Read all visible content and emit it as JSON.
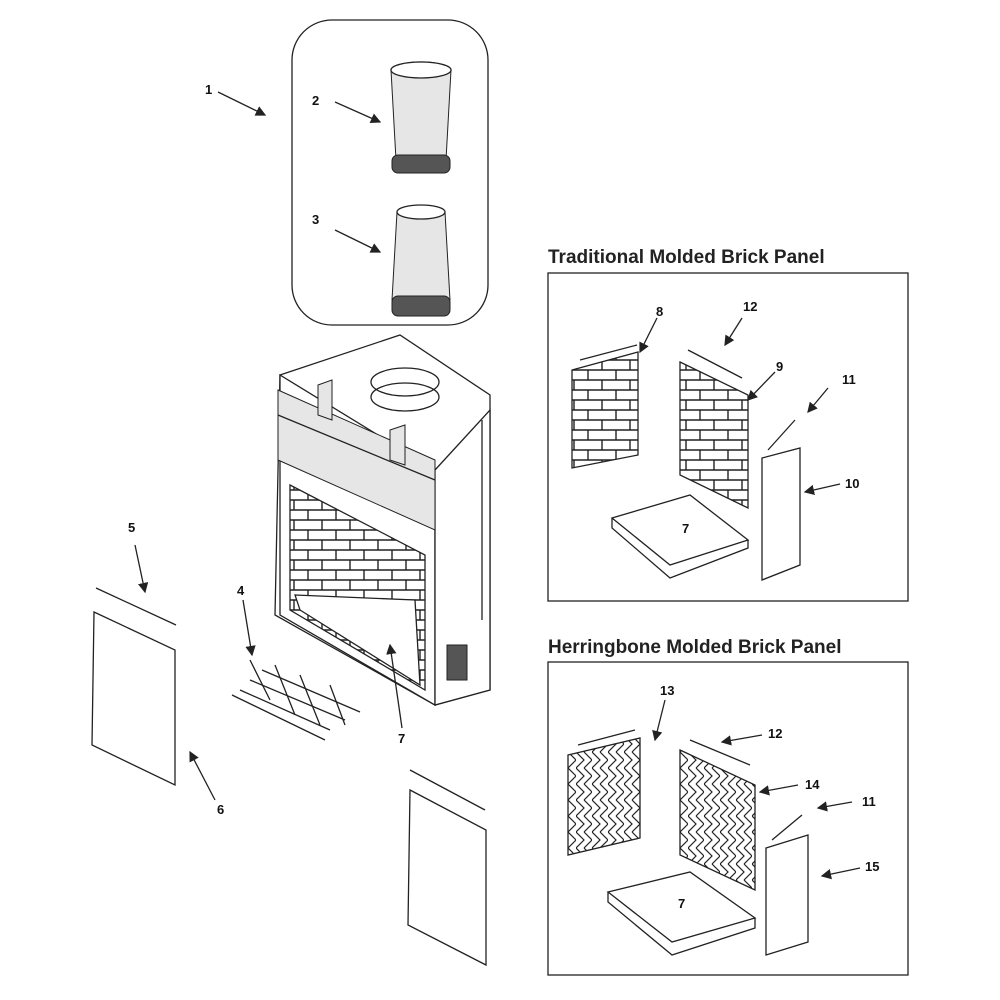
{
  "titles": {
    "traditional": "Traditional Molded Brick Panel",
    "herringbone": "Herringbone Molded Brick Panel"
  },
  "callouts": {
    "c1": "1",
    "c2": "2",
    "c3": "3",
    "c4": "4",
    "c5": "5",
    "c6": "6",
    "c7_main": "7",
    "c7_trad": "7",
    "c7_herr": "7",
    "c8": "8",
    "c9": "9",
    "c10": "10",
    "c11_trad": "11",
    "c11_herr": "11",
    "c12_trad": "12",
    "c12_herr": "12",
    "c13": "13",
    "c14": "14",
    "c15": "15"
  }
}
